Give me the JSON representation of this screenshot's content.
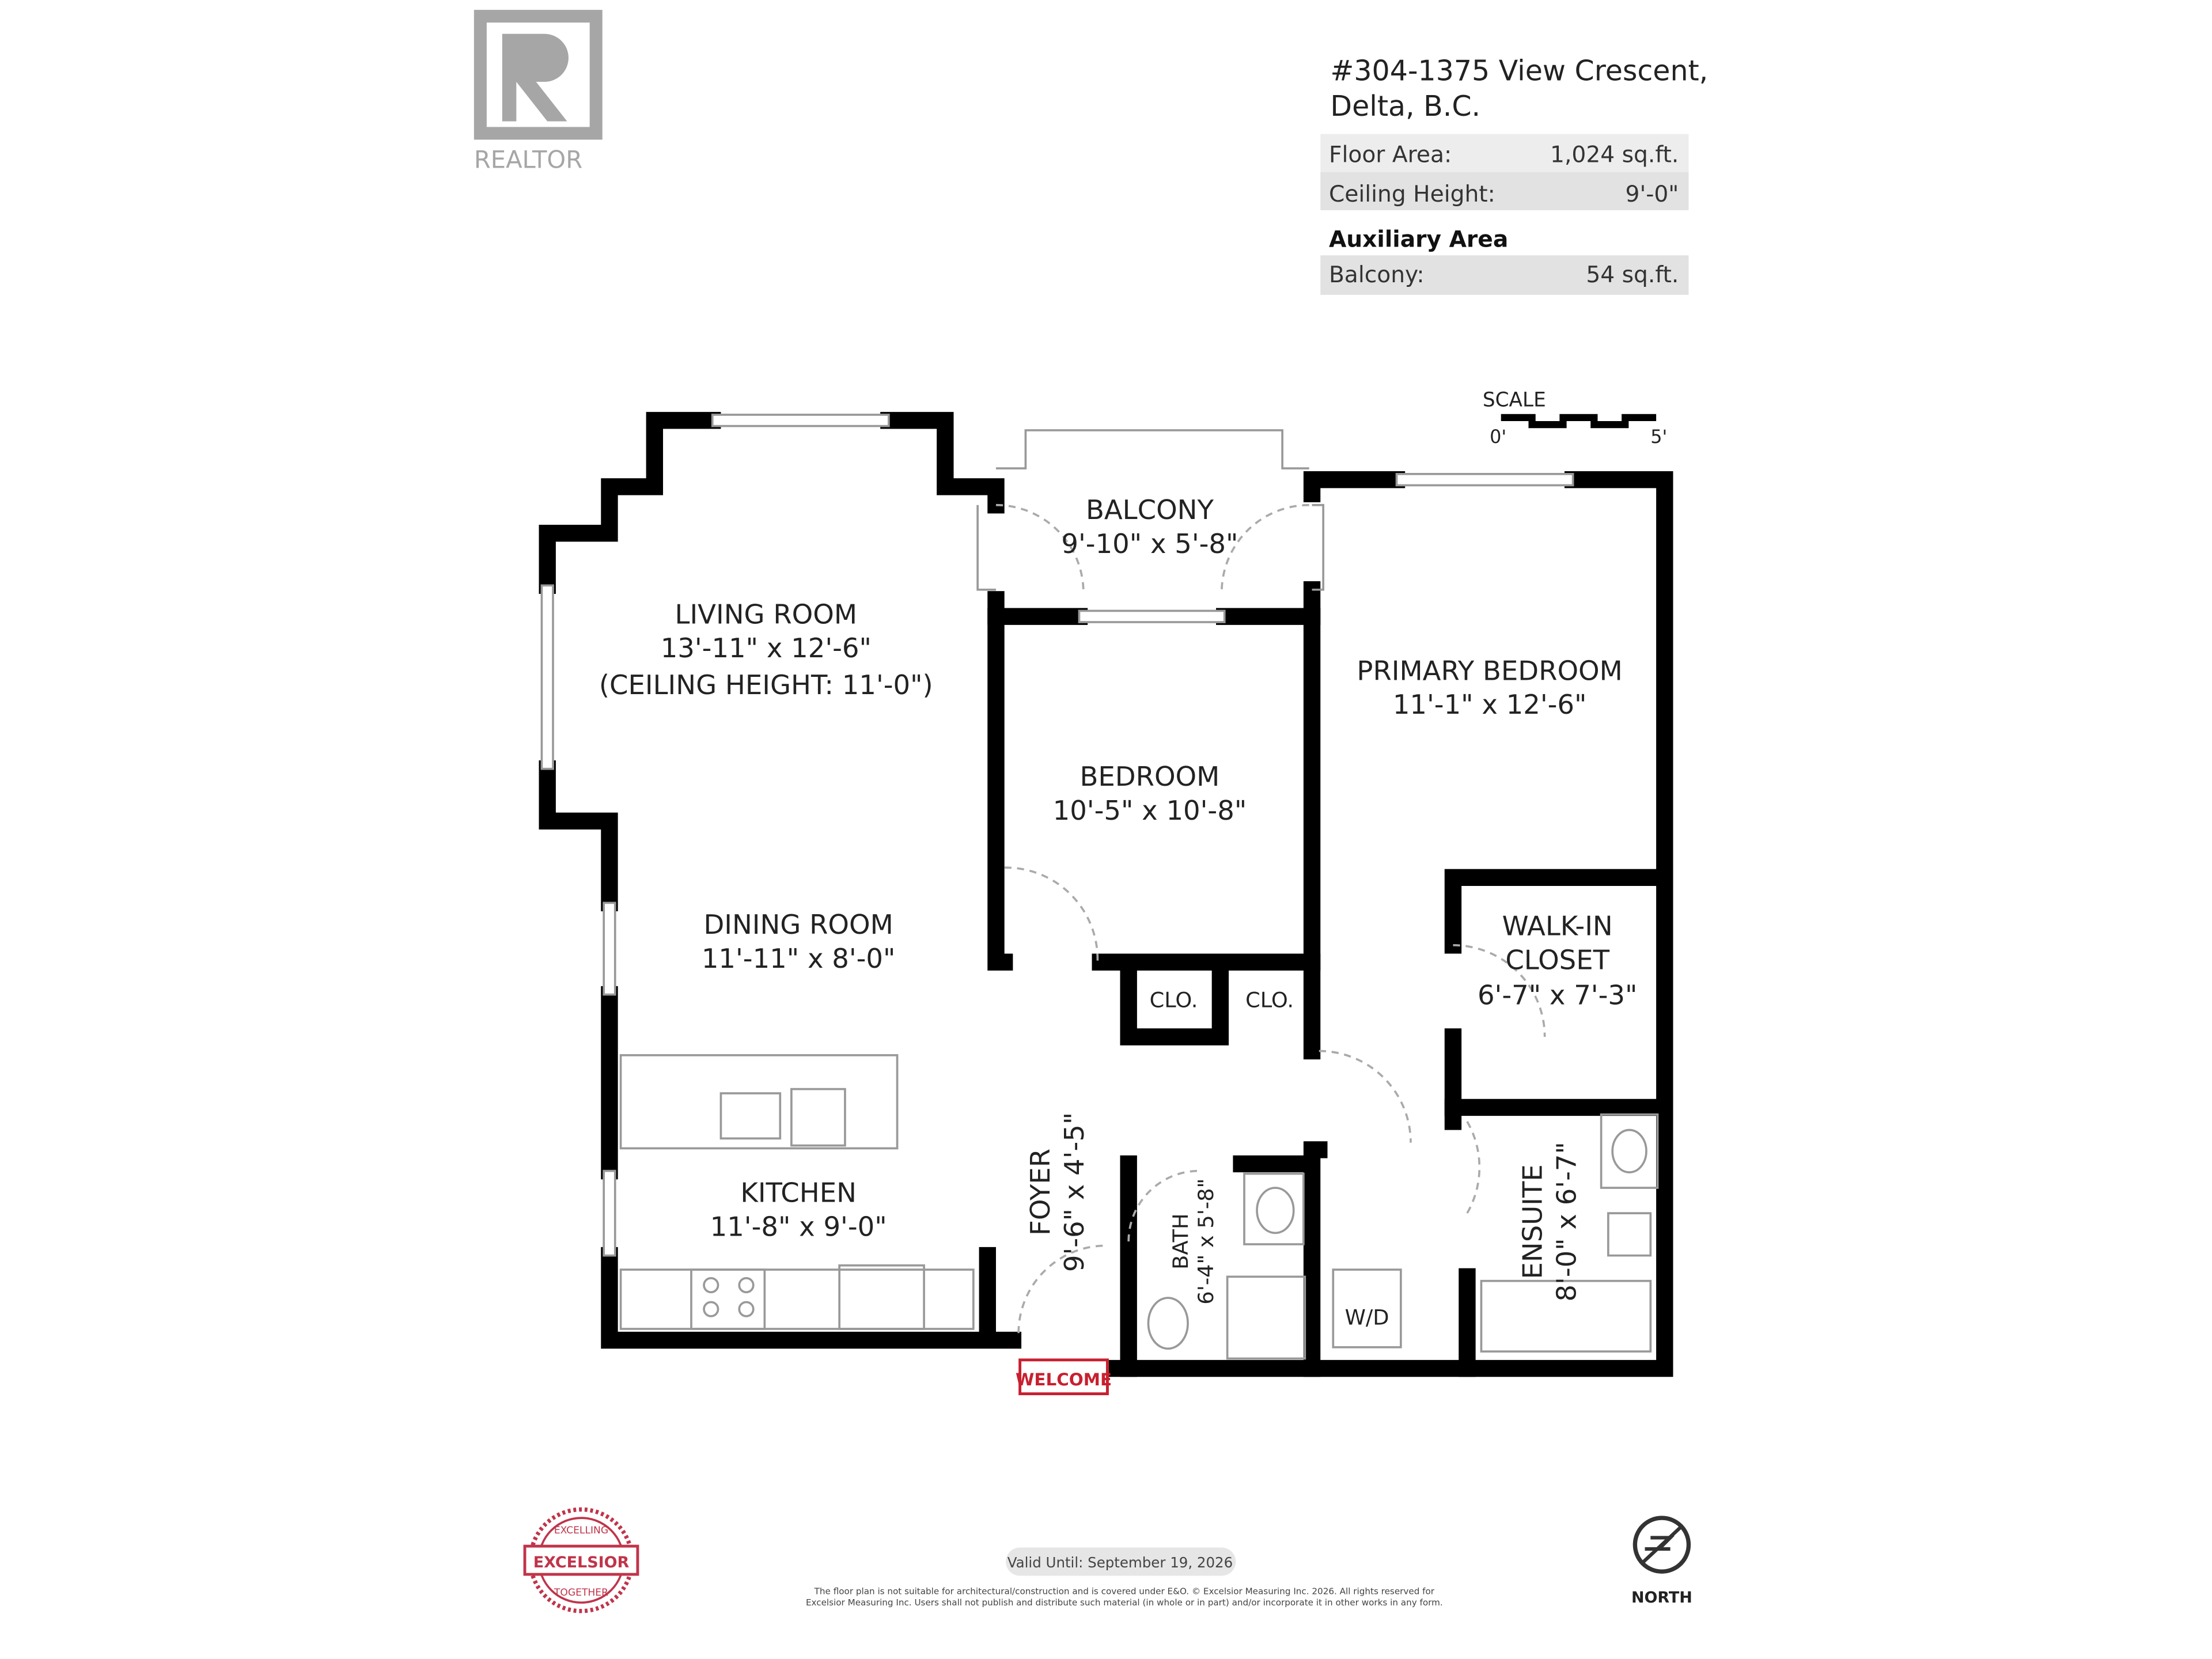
{
  "logo": {
    "brand": "REALTOR",
    "color": "#a6a6a6"
  },
  "header": {
    "address_line1": "#304-1375 View Crescent,",
    "address_line2": "Delta, B.C.",
    "rows": [
      {
        "label": "Floor Area:",
        "value": "1,024 sq.ft."
      },
      {
        "label": "Ceiling Height:",
        "value": "9'-0\""
      }
    ],
    "auxiliary_title": "Auxiliary Area",
    "auxiliary_rows": [
      {
        "label": "Balcony:",
        "value": "54 sq.ft."
      }
    ]
  },
  "scale": {
    "label": "SCALE",
    "min": "0'",
    "max": "5'"
  },
  "rooms": {
    "balcony": {
      "name": "BALCONY",
      "dims": "9'-10\" x 5'-8\""
    },
    "living": {
      "name": "LIVING ROOM",
      "dims": "13'-11\" x 12'-6\"",
      "note": "(CEILING HEIGHT: 11'-0\")"
    },
    "primary": {
      "name": "PRIMARY BEDROOM",
      "dims": "11'-1\" x 12'-6\""
    },
    "bedroom": {
      "name": "BEDROOM",
      "dims": "10'-5\" x 10'-8\""
    },
    "dining": {
      "name": "DINING ROOM",
      "dims": "11'-11\" x 8'-0\""
    },
    "walkin": {
      "name1": "WALK-IN",
      "name2": "CLOSET",
      "dims": "6'-7\" x 7'-3\""
    },
    "clo1": "CLO.",
    "clo2": "CLO.",
    "kitchen": {
      "name": "KITCHEN",
      "dims": "11'-8\" x 9'-0\""
    },
    "foyer": {
      "name": "FOYER",
      "dims": "9'-6\" x 4'-5\""
    },
    "bath": {
      "name": "BATH",
      "dims": "6'-4\" x 5'-8\""
    },
    "ensuite": {
      "name": "ENSUITE",
      "dims": "8'-0\" x 6'-7\""
    },
    "wd": "W/D"
  },
  "welcome": {
    "text": "WELCOME",
    "color": "#c8202f"
  },
  "badge": {
    "top": "EXCELLING",
    "center": "EXCELSIOR",
    "bottom": "TOGETHER",
    "color": "#c0344a"
  },
  "footer": {
    "valid": "Valid Until: September 19, 2026",
    "disclaimer1": "The floor plan is not suitable for architectural/construction and is covered under E&O. © Excelsior Measuring Inc. 2026. All rights reserved for",
    "disclaimer2": "Excelsior Measuring Inc. Users shall not publish and distribute such material (in whole or in part) and/or incorporate it in other works in any form."
  },
  "north": {
    "label": "NORTH"
  }
}
